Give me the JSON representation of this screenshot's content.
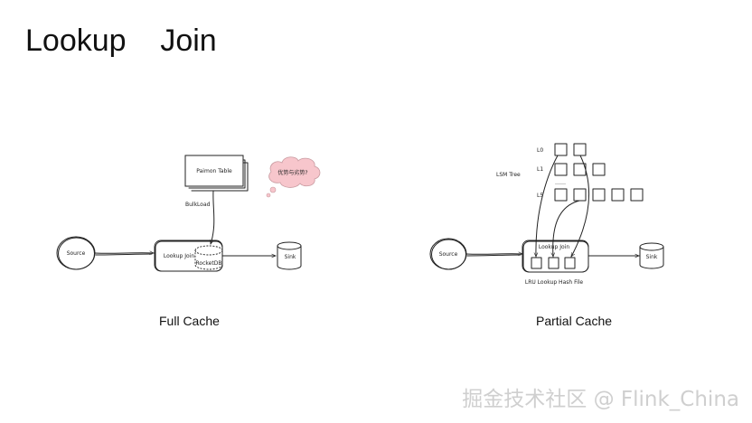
{
  "title": "Lookup    Join",
  "full_cache": {
    "caption": "Full Cache",
    "source_label": "Source",
    "lookup_join_label": "Lookup Join",
    "rocksdb_label": "RocketDB",
    "sink_label": "Sink",
    "table_label": "Paimon Table",
    "bulkload_label": "BulkLoad",
    "cloud_text": "优势与劣势?",
    "cloud_color": "#f7c6cc"
  },
  "partial_cache": {
    "caption": "Partial Cache",
    "source_label": "Source",
    "lookup_join_label": "Lookup Join",
    "sink_label": "Sink",
    "lsm_tree_label": "LSM Tree",
    "levels": [
      "L0",
      "L1",
      "L5"
    ],
    "ellipsis": "……",
    "lru_label": "LRU Lookup Hash File"
  },
  "watermark": "掘金技术社区 @ Flink_China"
}
